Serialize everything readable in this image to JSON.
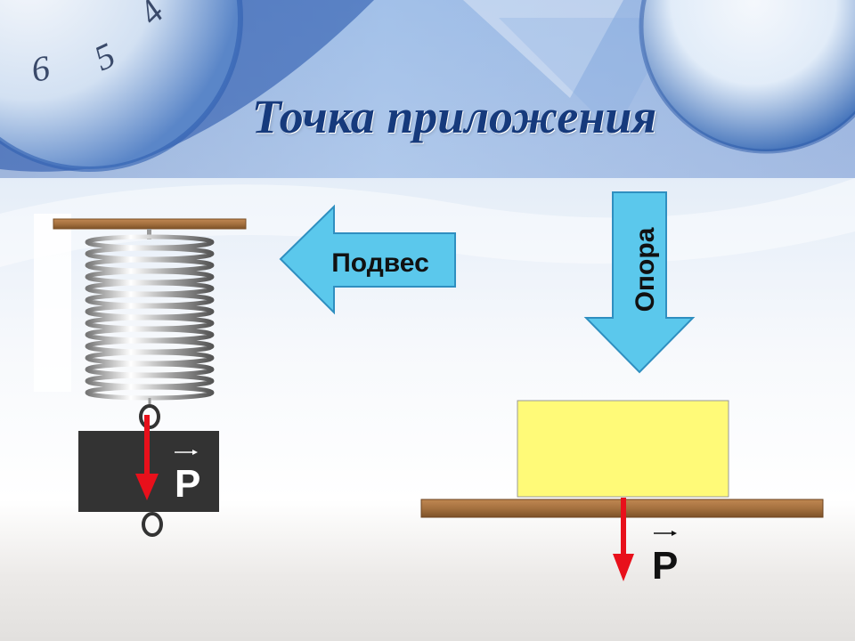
{
  "slide": {
    "title": "Точка приложения"
  },
  "arrows": {
    "suspension_label": "Подвес",
    "support_label": "Опора"
  },
  "forces": {
    "spring_force_label": "P",
    "table_force_label": "P"
  },
  "colors": {
    "title": "#163a7c",
    "arrow_fill": "#5bc8ec",
    "arrow_stroke": "#2f8fc0",
    "force_arrow": "#e8101b",
    "weight_block": "#333333",
    "yellow_block": "#fffa78",
    "wood": "#a5713f"
  }
}
